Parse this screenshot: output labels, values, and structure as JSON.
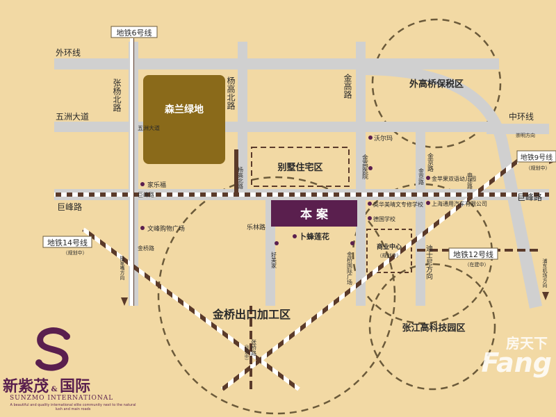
{
  "metro_lines": {
    "line6": "地铁6号线",
    "line9": "地铁9号线",
    "line9_note": "（规划中）",
    "line14": "地铁14号线",
    "line14_note": "（规划中）",
    "line12": "地铁12号线",
    "line12_note": "（在建中）"
  },
  "roads": {
    "outer_ring": "外环线",
    "wuzhou": "五洲大道",
    "juju": "巨峰路",
    "juju_right": "巨峰路",
    "middle_ring": "中环线",
    "zhangyang_north": "张杨北路",
    "yanggao_north": "杨高北路",
    "jingao": "金高路",
    "jinjing": "金京路",
    "leyin": "乐林路",
    "dishi": "迪士尼方向",
    "chongming": "崇明方向",
    "pudong_airport": "浦东机场方向",
    "lujiazui": "陆家嘴方向"
  },
  "areas": {
    "forest": "森兰绿地",
    "villa": "别墅住宅区",
    "project": "本 案",
    "waigaoqiao": "外高桥保税区",
    "jinqiao_export": "金桥出口加工区",
    "zhangjiang": "张江高科技园区",
    "commerce_center": "商业中心",
    "commerce_note": "（规划中）"
  },
  "stations": {
    "wuzhou": "五洲大道",
    "jufeng": "巨峰路",
    "jinqiao": "金桥路",
    "yanggao": "杨高北路",
    "jinjing": "金京路",
    "shenjiang": "申江路",
    "zhangqiao": "张桥路",
    "zhangqiao_note": "（规划中）"
  },
  "pois": {
    "walmart": "沃尔玛",
    "jiale": "家乐福",
    "wenfeng": "文峰购物广场",
    "jingao_hospital": "金高医院",
    "yinghua_school": "英华美晴文专修学校",
    "german_school": "德国学校",
    "jinping_kindergarten": "金苹果双语幼儿园",
    "shanghai_auto": "上海通用汽车有限公司",
    "bufeng": "卜蜂莲花",
    "haomeijia": "好美家",
    "jinqiao_plaza": "金桥国际广场"
  },
  "brand": {
    "name_cn_1": "新紫茂",
    "name_cn_2": "国际",
    "name_en": "SUNZMO INTERNATIONAL",
    "tagline": "A beautiful and quality international elite community next to the natural lush and main roads"
  },
  "watermark": {
    "cn": "房天下",
    "en": "Fang"
  },
  "colors": {
    "background": "#f2d9a4",
    "road": "#cfcfcf",
    "rail_dark": "#5a3a2a",
    "project": "#5a1f4e",
    "forest": "#8a6a1a"
  }
}
